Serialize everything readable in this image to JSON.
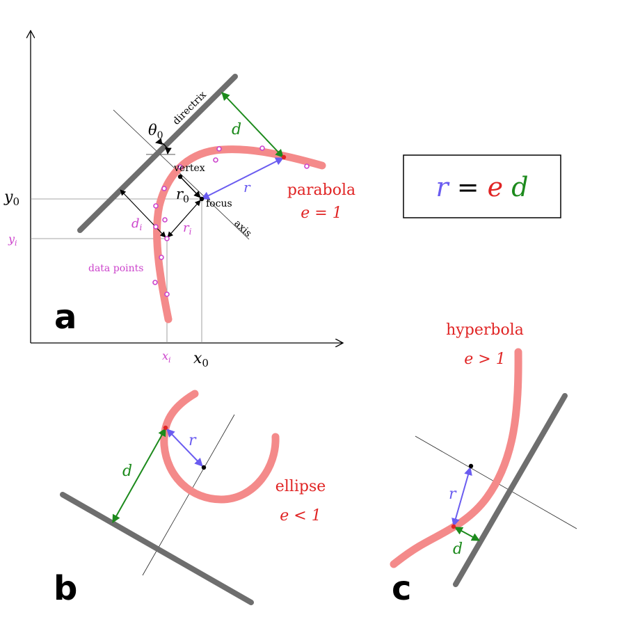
{
  "panel_a": {
    "label": "a",
    "axis_x_label": "x",
    "axis_x_sub": "0",
    "axis_y_label": "y",
    "axis_y_sub": "0",
    "xi_label": "x",
    "xi_sub": "i",
    "yi_label": "y",
    "yi_sub": "i",
    "theta_label": "θ",
    "theta_sub": "0",
    "directrix_label": "directrix",
    "vertex_label": "vertex",
    "focus_label": "focus",
    "axis_label": "axis",
    "r0_label": "r",
    "r0_sub": "0",
    "d_label": "d",
    "r_label": "r",
    "di_label": "d",
    "di_sub": "i",
    "ri_label": "r",
    "ri_sub": "i",
    "data_points_label": "data points",
    "curve_name": "parabola",
    "eccentricity": "e = 1"
  },
  "formula": {
    "r": "r",
    "eq": " = ",
    "e": "e",
    "d": "d"
  },
  "panel_b": {
    "label": "b",
    "curve_name": "ellipse",
    "eccentricity": "e < 1",
    "r_label": "r",
    "d_label": "d"
  },
  "panel_c": {
    "label": "c",
    "curve_name": "hyperbola",
    "eccentricity": "e > 1",
    "r_label": "r",
    "d_label": "d"
  },
  "colors": {
    "curve": "#f48a8a",
    "directrix": "#6e6e6e",
    "r_line": "#6a5cf0",
    "d_line": "#1c8a1c",
    "data_points": "#cc44cc",
    "curve_label": "#e02424",
    "text": "#000000"
  }
}
